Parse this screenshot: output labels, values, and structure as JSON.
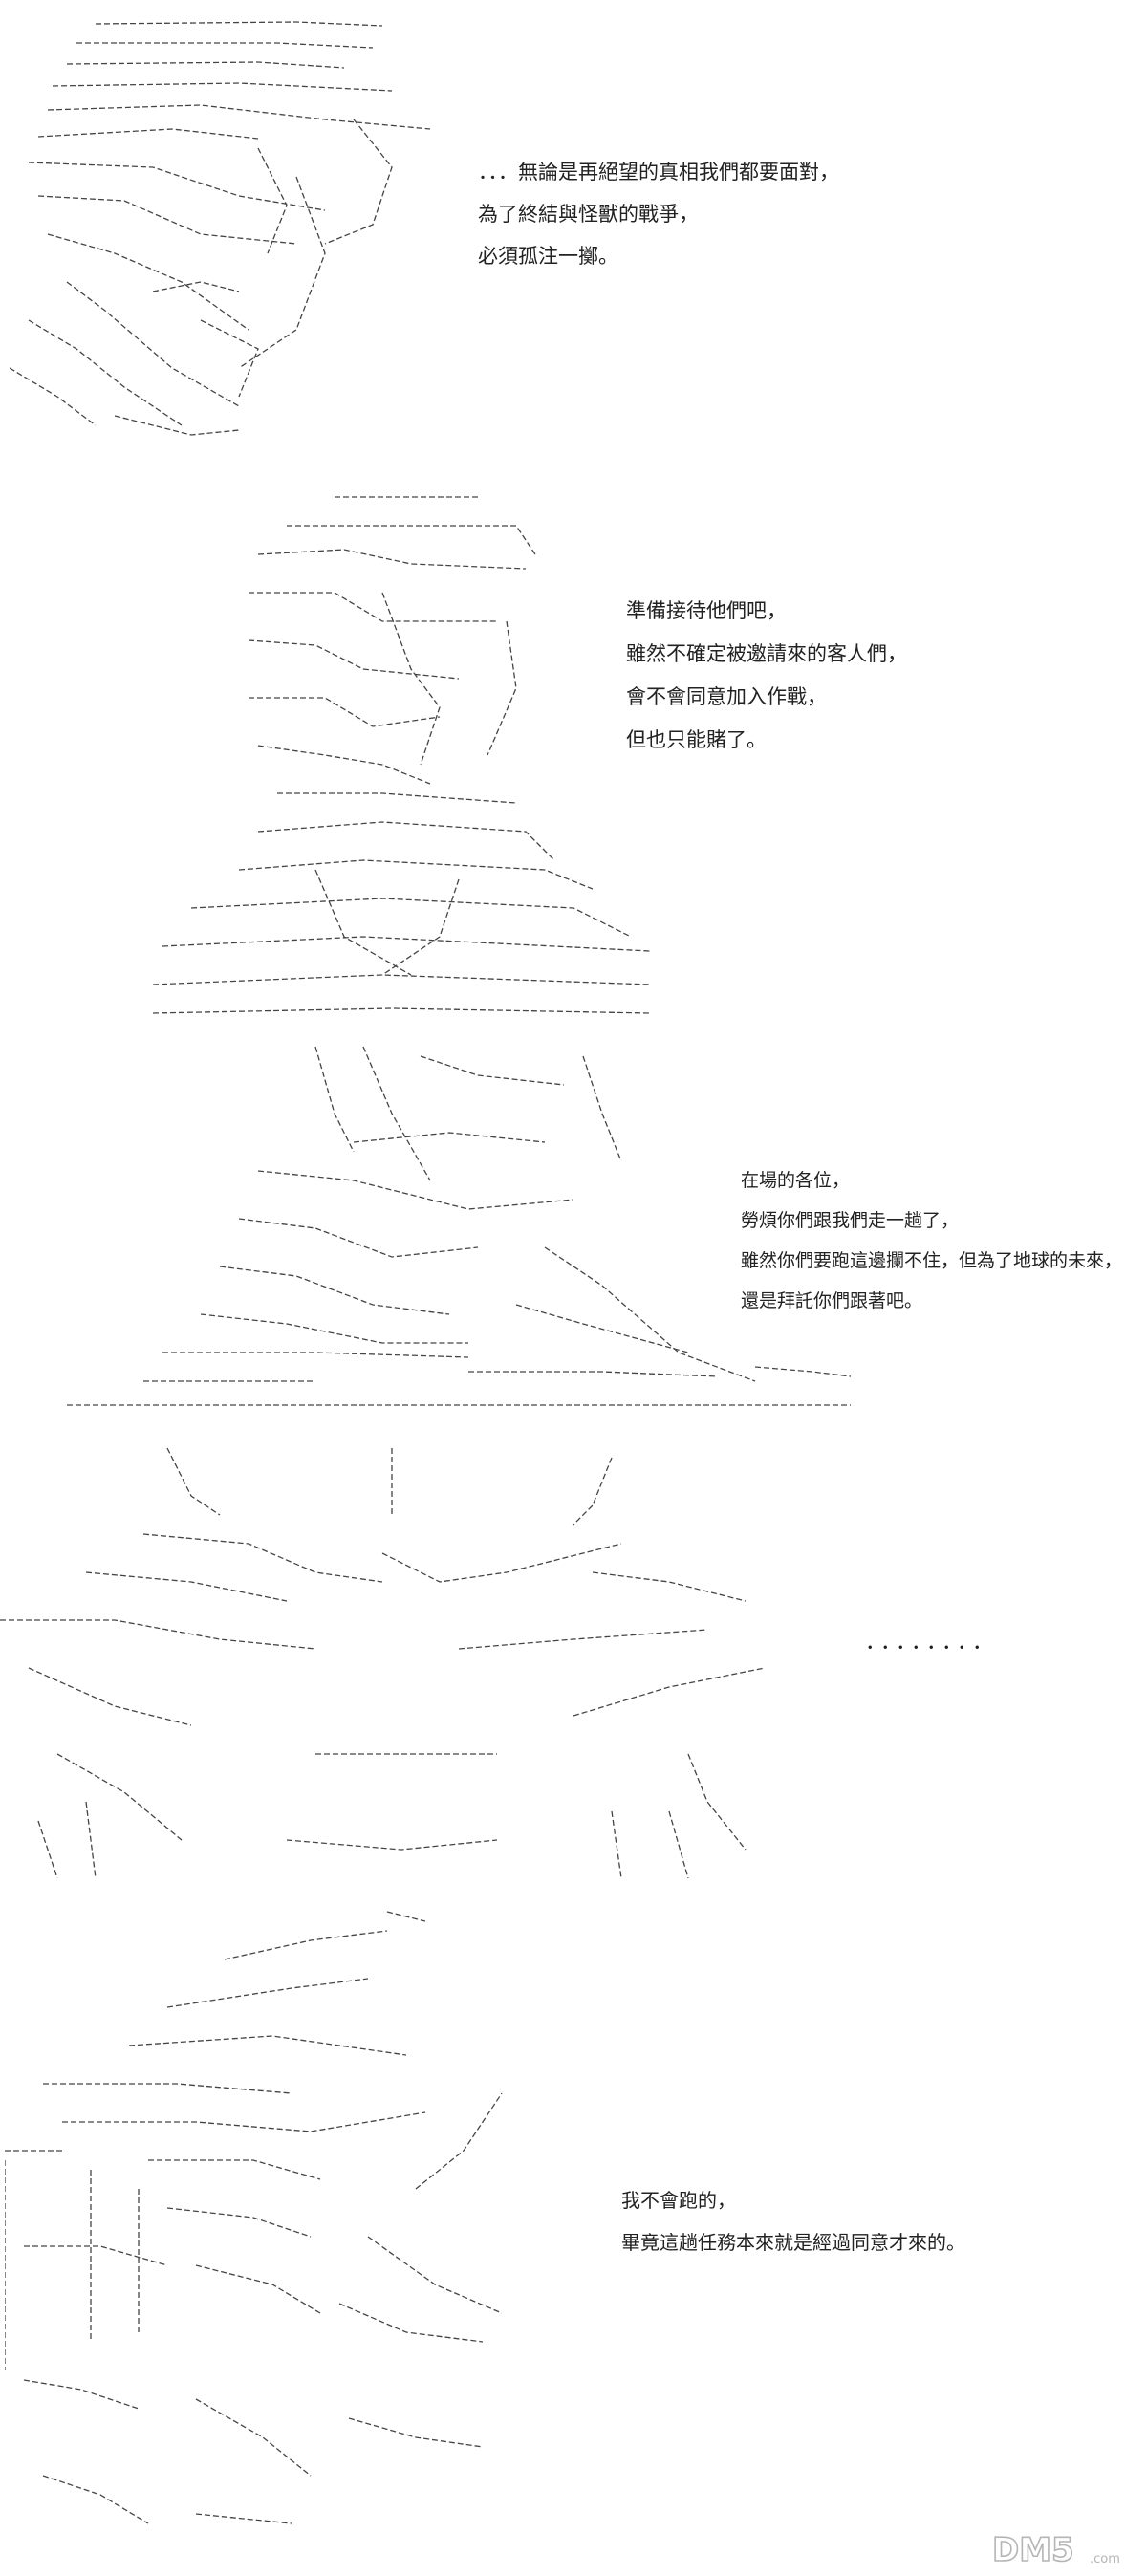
{
  "panels": [
    {
      "id": "panel-1",
      "lines": [
        "．．．無論是再絕望的真相我們都要面對，",
        "為了終結與怪獸的戰爭，",
        "必須孤注一擲。"
      ]
    },
    {
      "id": "panel-2",
      "lines": [
        "準備接待他們吧，",
        "雖然不確定被邀請來的客人們，",
        "會不會同意加入作戰，",
        "但也只能賭了。"
      ]
    },
    {
      "id": "panel-3",
      "lines": [
        "在場的各位，",
        "勞煩你們跟我們走一趟了，",
        "雖然你們要跑這邊攔不住，但為了地球的未來，",
        "還是拜託你們跟著吧。"
      ]
    },
    {
      "id": "panel-4",
      "ellipsis": "．．．．．．．．"
    },
    {
      "id": "panel-5",
      "lines": [
        "我不會跑的，",
        "畢竟這趟任務本來就是經過同意才來的。"
      ]
    }
  ],
  "watermark": {
    "text": "DM5",
    "sub": ".com"
  },
  "colors": {
    "ink": "#222222",
    "background": "#ffffff",
    "watermark": "#b5b5b5"
  }
}
